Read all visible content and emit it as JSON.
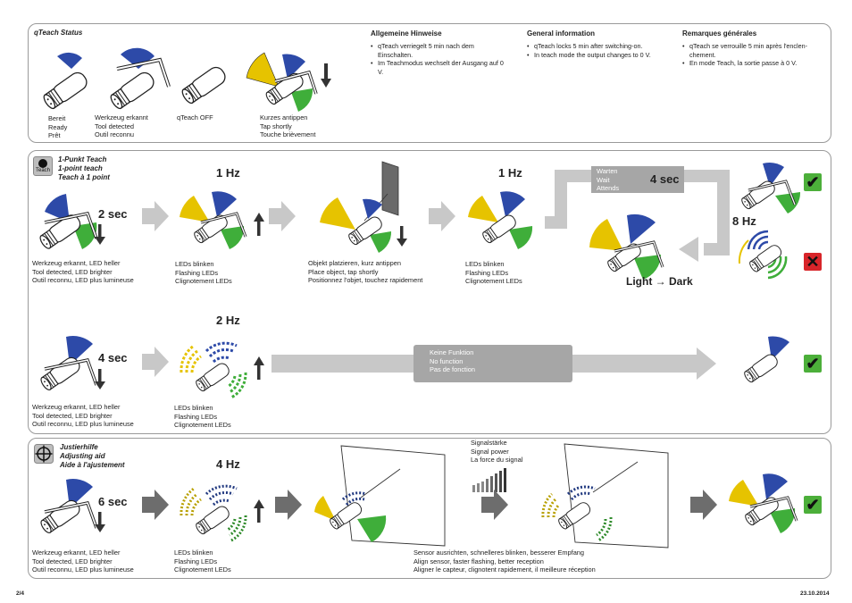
{
  "qteach_status": {
    "title": "qTeach Status",
    "states": [
      {
        "l1": "Bereit",
        "l2": "Ready",
        "l3": "Prêt"
      },
      {
        "l1": "Werkzeug erkannt",
        "l2": "Tool detected",
        "l3": "Outil reconnu"
      },
      {
        "l1": "qTeach OFF",
        "l2": "",
        "l3": ""
      },
      {
        "l1": "Kurzes antippen",
        "l2": "Tap shortly",
        "l3": "Touche brièvement"
      }
    ]
  },
  "notes": {
    "de": {
      "title": "Allgemeine Hinweise",
      "items": [
        "qTeach verriegelt 5 min nach dem Einschalten.",
        "Im Teachmodus wechselt der Ausgang auf 0 V."
      ]
    },
    "en": {
      "title": "General information",
      "items": [
        "qTeach locks 5 min after switching-on.",
        "In teach mode the output changes to 0 V."
      ]
    },
    "fr": {
      "title": "Remarques générales",
      "items": [
        "qTeach se verrouille 5 min après l'enclen-chement.",
        "En mode Teach, la sortie passe à 0 V."
      ]
    }
  },
  "one_point": {
    "icon_label": "Teach",
    "title1": "1-Punkt Teach",
    "title2": "1-point teach",
    "title3": "Teach à 1 point",
    "step1_time": "2 sec",
    "step1": {
      "l1": "Werkzeug erkannt, LED heller",
      "l2": "Tool detected, LED brighter",
      "l3": "Outil reconnu, LED plus lumineuse"
    },
    "step2_freq": "1 Hz",
    "step2": {
      "l1": "LEDs blinken",
      "l2": "Flashing LEDs",
      "l3": "Clignotement LEDs"
    },
    "step3": {
      "l1": "Objekt platzieren, kurz antippen",
      "l2": "Place object, tap shortly",
      "l3": "Positionnez l'objet, touchez rapidement"
    },
    "step4_freq": "1 Hz",
    "step4": {
      "l1": "LEDs blinken",
      "l2": "Flashing LEDs",
      "l3": "Clignotement LEDs"
    },
    "wait": {
      "l1": "Warten",
      "l2": "Wait",
      "l3": "Attends"
    },
    "wait_time": "4 sec",
    "light_dark": "Light → Dark",
    "error_freq": "8 Hz"
  },
  "two_point": {
    "step1_time": "4 sec",
    "step1": {
      "l1": "Werkzeug erkannt, LED heller",
      "l2": "Tool detected, LED brighter",
      "l3": "Outil reconnu, LED plus lumineuse"
    },
    "step2_freq": "2 Hz",
    "step2": {
      "l1": "LEDs blinken",
      "l2": "Flashing LEDs",
      "l3": "Clignotement LEDs"
    },
    "nofunc": {
      "l1": "Keine Funktion",
      "l2": "No function",
      "l3": "Pas de fonction"
    }
  },
  "adjust": {
    "title1": "Justierhilfe",
    "title2": "Adjusting aid",
    "title3": "Aide à l'ajustement",
    "step1_time": "6 sec",
    "step1": {
      "l1": "Werkzeug erkannt, LED heller",
      "l2": "Tool detected, LED brighter",
      "l3": "Outil reconnu, LED plus lumineuse"
    },
    "step2_freq": "4 Hz",
    "step2": {
      "l1": "LEDs blinken",
      "l2": "Flashing LEDs",
      "l3": "Clignotement LEDs"
    },
    "signal": {
      "l1": "Signalstärke",
      "l2": "Signal power",
      "l3": "La force du signal"
    },
    "align": {
      "l1": "Sensor ausrichten, schnelleres blinken, besserer Empfang",
      "l2": "Align sensor, faster flashing, better reception",
      "l3": "Aligner le capteur, clignotent rapidement, il meilleure réception"
    }
  },
  "footer": {
    "page": "2/4",
    "date": "23.10.2014"
  },
  "colors": {
    "blue": "#2d4aa8",
    "green": "#3fae3a",
    "yellow": "#e6c300",
    "red": "#d8252a",
    "gray_arrow": "#c8c8c8",
    "dark_arrow": "#6d6d6d"
  }
}
